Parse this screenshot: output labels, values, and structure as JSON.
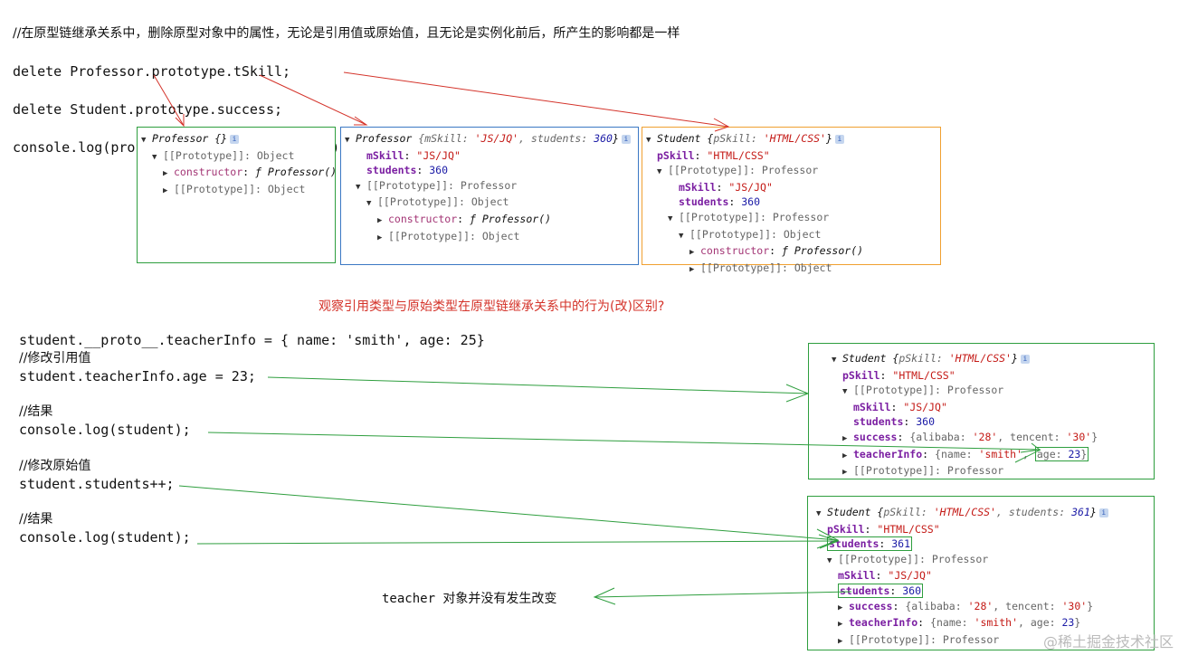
{
  "top_code": {
    "comment": "//在原型链继承关系中，删除原型对象中的属性，无论是引用值或原始值，且无论是实例化前后，所产生的影响都是一样",
    "line1": "delete Professor.prototype.tSkill;",
    "line2": "delete Student.prototype.success;",
    "line3": "console.log(professor, teacher, student);"
  },
  "colors": {
    "green": "#2e9e3e",
    "blue": "#3b78c4",
    "orange": "#f0a030",
    "red_arrow": "#d4332a"
  },
  "panel1": {
    "l1": "Professor {}",
    "l2": "[[Prototype]]: Object",
    "l3_key": "constructor",
    "l3_val": "ƒ Professor()",
    "l4": "[[Prototype]]: Object"
  },
  "panel2": {
    "l1_name": "Professor ",
    "l1_open": "{",
    "l1_k1": "mSkill",
    "l1_v1": "'JS/JQ'",
    "l1_k2": "students",
    "l1_v2": "360",
    "l1_close": "}",
    "l2_key": "mSkill",
    "l2_val": "\"JS/JQ\"",
    "l3_key": "students",
    "l3_val": "360",
    "l4": "[[Prototype]]: Professor",
    "l5": "[[Prototype]]: Object",
    "l6_key": "constructor",
    "l6_val": "ƒ Professor()",
    "l7": "[[Prototype]]: Object"
  },
  "panel3": {
    "l1_name": "Student ",
    "l1_k1": "pSkill",
    "l1_v1": "'HTML/CSS'",
    "l2_key": "pSkill",
    "l2_val": "\"HTML/CSS\"",
    "l3": "[[Prototype]]: Professor",
    "l4_key": "mSkill",
    "l4_val": "\"JS/JQ\"",
    "l5_key": "students",
    "l5_val": "360",
    "l6": "[[Prototype]]: Professor",
    "l7": "[[Prototype]]: Object",
    "l8_key": "constructor",
    "l8_val": "ƒ Professor()",
    "l9": "[[Prototype]]: Object"
  },
  "mid_note": "观察引用类型与原始类型在原型链继承关系中的行为(改)区别?",
  "bottom_code": {
    "b1": "student.__proto__.teacherInfo = { name: 'smith', age: 25}",
    "b2": "//修改引用值",
    "b3": "student.teacherInfo.age = 23;",
    "b4": "//结果",
    "b5": "console.log(student);",
    "b6": "//修改原始值",
    "b7": "student.students++;",
    "b8": "//结果",
    "b9": "console.log(student);"
  },
  "panel4": {
    "l1_name": "Student ",
    "l1_k1": "pSkill",
    "l1_v1": "'HTML/CSS'",
    "l2_key": "pSkill",
    "l2_val": "\"HTML/CSS\"",
    "l3": "[[Prototype]]: Professor",
    "l4_key": "mSkill",
    "l4_val": "\"JS/JQ\"",
    "l5_key": "students",
    "l5_val": "360",
    "l6_key": "success",
    "l6_k1": "alibaba",
    "l6_v1": "'28'",
    "l6_k2": "tencent",
    "l6_v2": "'30'",
    "l7_key": "teacherInfo",
    "l7_k1": "name",
    "l7_v1": "'smith'",
    "l7_k2": "age",
    "l7_v2": "23",
    "l8": "[[Prototype]]: Professor"
  },
  "panel5": {
    "l1_name": "Student ",
    "l1_k1": "pSkill",
    "l1_v1": "'HTML/CSS'",
    "l1_k2": "students",
    "l1_v2": "361",
    "l2_key": "pSkill",
    "l2_val": "\"HTML/CSS\"",
    "l3_key": "students",
    "l3_val": "361",
    "l4": "[[Prototype]]: Professor",
    "l5_key": "mSkill",
    "l5_val": "\"JS/JQ\"",
    "l6_key": "students",
    "l6_val": "360",
    "l7_key": "success",
    "l7_k1": "alibaba",
    "l7_v1": "'28'",
    "l7_k2": "tencent",
    "l7_v2": "'30'",
    "l8_key": "teacherInfo",
    "l8_k1": "name",
    "l8_v1": "'smith'",
    "l8_k2": "age",
    "l8_v2": "23",
    "l9": "[[Prototype]]: Professor"
  },
  "teacher_note": "teacher 对象并没有发生改变",
  "watermark": "@稀土掘金技术社区"
}
